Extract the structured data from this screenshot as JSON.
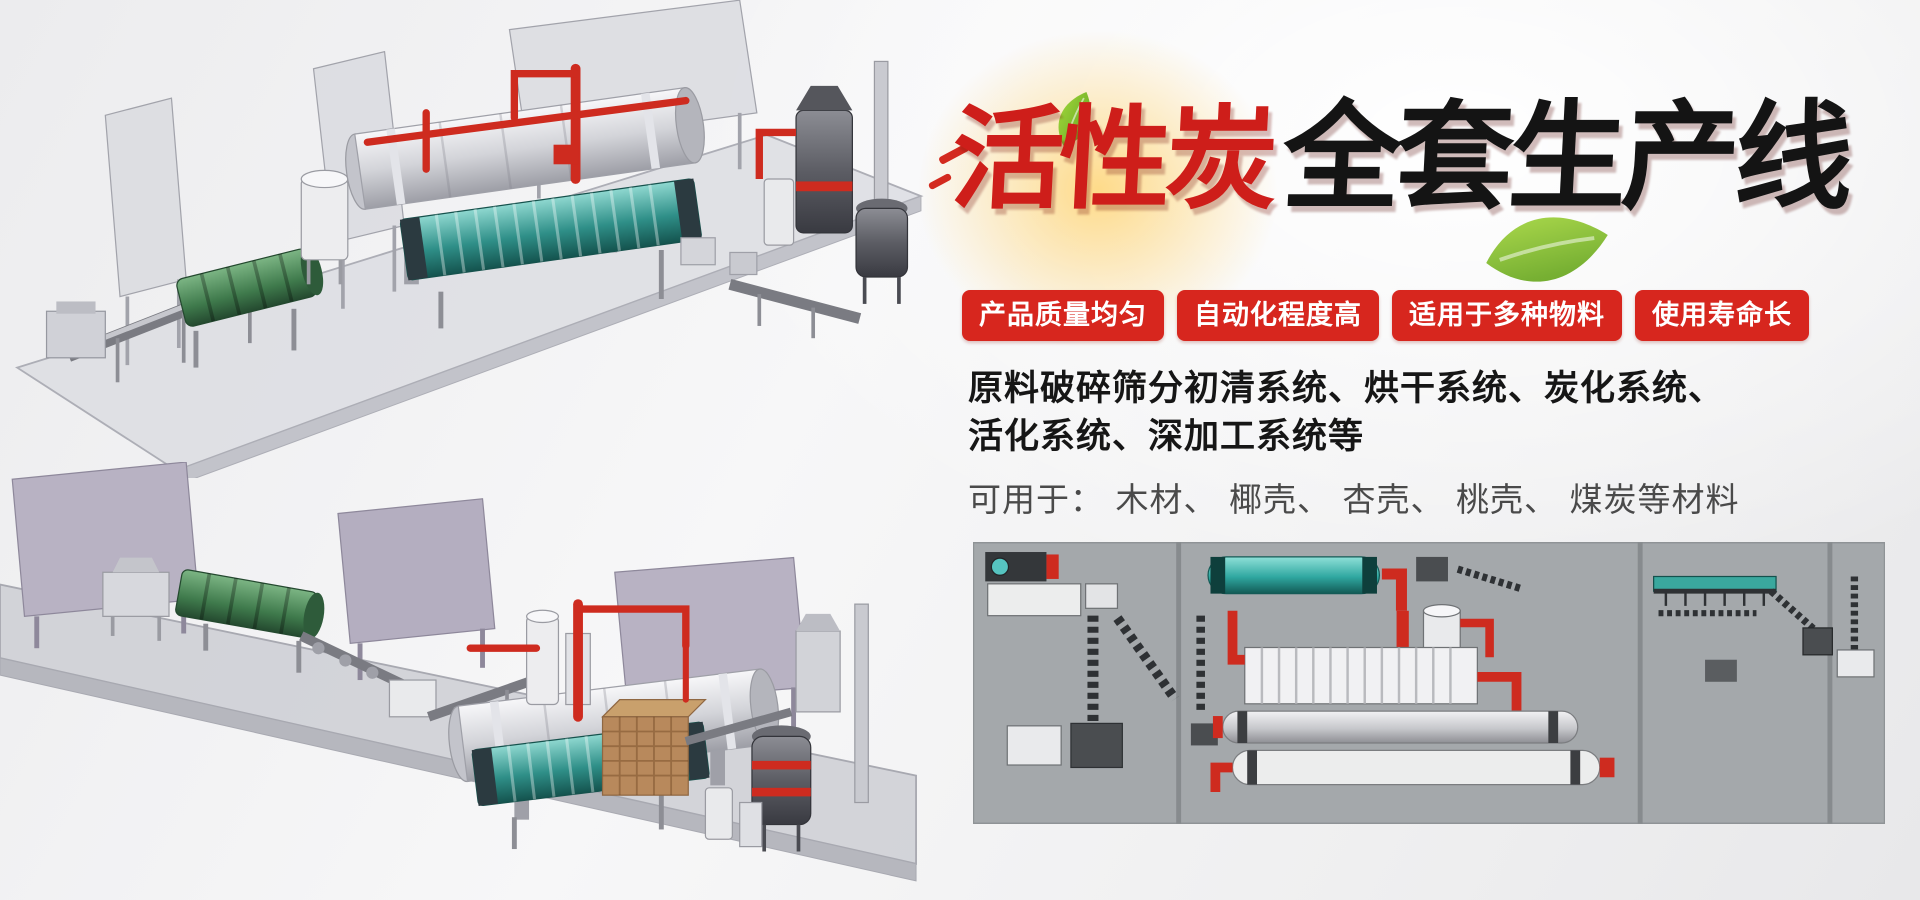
{
  "hero": {
    "title": {
      "highlight": "活性炭",
      "rest": "全套生产线"
    },
    "badges": [
      "产品质量均匀",
      "自动化程度高",
      "适用于多种物料",
      "使用寿命长"
    ],
    "description": {
      "line1": "原料破碎筛分初清系统、烘干系统、炭化系统、",
      "line2": "活化系统、深加工系统等",
      "materials": "可用于： 木材、 椰壳、 杏壳、 桃壳、 煤炭等材料"
    },
    "colors": {
      "title_red": "#ce1e1a",
      "title_black": "#141414",
      "badge_red": "#d7261e",
      "leaf_green": "#7fbf2e",
      "pipe_red": "#ce2b1f",
      "drum_teal": "#2f8f88",
      "panel_purple": "#b8b2c3",
      "diagram_bg": "#a4a8ab",
      "background": "#f2f2f3"
    },
    "icons": {
      "leaf": "leaf-icon",
      "speed_marks": "speed-marks-icon"
    },
    "illustrations": {
      "top": "3d-production-line-render-top",
      "bottom": "3d-production-line-render-bottom",
      "diagram": "production-line-layout-diagram"
    }
  }
}
